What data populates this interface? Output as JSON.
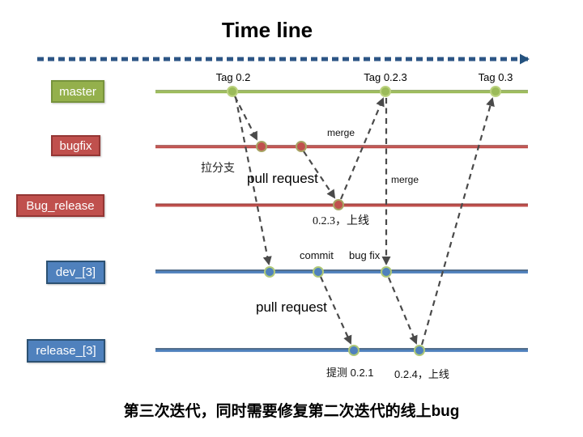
{
  "title": "Time line",
  "caption": "第三次迭代，同时需要修复第二次迭代的线上bug",
  "branches": [
    {
      "id": "master",
      "label": "master",
      "color": "#94b04c"
    },
    {
      "id": "bugfix",
      "label": "bugfix",
      "color": "#c0504d"
    },
    {
      "id": "bug_release",
      "label": "Bug_release",
      "color": "#c0504d"
    },
    {
      "id": "dev",
      "label": "dev_[3]",
      "color": "#4f81bd"
    },
    {
      "id": "release",
      "label": "release_[3]",
      "color": "#4f81bd"
    }
  ],
  "tags": [
    {
      "label": "Tag 0.2"
    },
    {
      "label": "Tag 0.2.3"
    },
    {
      "label": "Tag 0.3"
    }
  ],
  "annotations": {
    "pull_branch": "拉分支",
    "pull_request_top": "pull request",
    "merge_top": "merge",
    "merge_mid": "merge",
    "commit": "commit",
    "bug_fix": "bug fix",
    "pull_request_bottom": "pull request",
    "bug_release_note": "0.2.3，上线",
    "release_test_note": "提测  0.2.1",
    "release_online_note": "0.2.4，上线"
  },
  "colors": {
    "master_green": "#9bbb59",
    "branch_red": "#c0504d",
    "branch_blue": "#4f81bd",
    "timeline_blue": "#2c5585",
    "arrow_gray": "#4a4a4a"
  }
}
